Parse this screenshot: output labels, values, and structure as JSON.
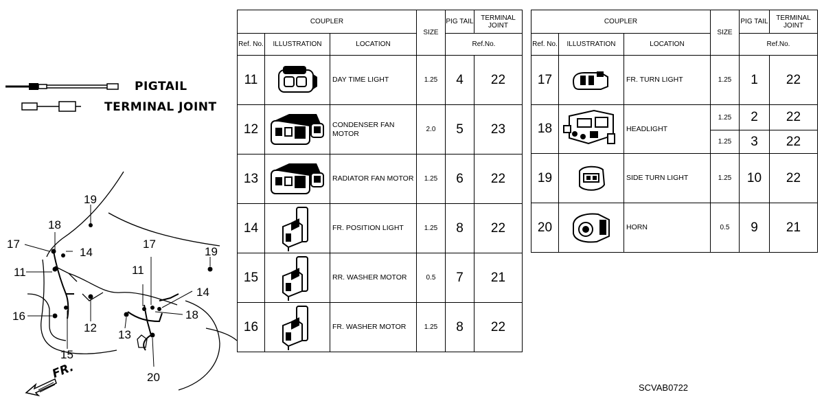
{
  "legend": {
    "pigtail": "PIGTAIL",
    "terminal_joint": "TERMINAL JOINT"
  },
  "headers": {
    "coupler": "COUPLER",
    "size": "SIZE",
    "pigtail": "PIG TAIL",
    "terminal_joint": "TERMINAL JOINT",
    "ref_no": "Ref. No.",
    "illustration": "ILLUSTRATION",
    "location": "LOCATION",
    "ref_no_short": "Ref.No."
  },
  "left_table": [
    {
      "ref": "11",
      "location": "DAY TIME LIGHT",
      "size": "1.25",
      "pigtail": "4",
      "joint": "22",
      "icon": "2-pin-connector-icon"
    },
    {
      "ref": "12",
      "location": "CONDENSER FAN MOTOR",
      "size": "2.0",
      "pigtail": "5",
      "joint": "23",
      "icon": "large-connector-icon"
    },
    {
      "ref": "13",
      "location": "RADIATOR FAN MOTOR",
      "size": "1.25",
      "pigtail": "6",
      "joint": "22",
      "icon": "large-connector-icon"
    },
    {
      "ref": "14",
      "location": "FR. POSITION LIGHT",
      "size": "1.25",
      "pigtail": "8",
      "joint": "22",
      "icon": "bulb-socket-connector-icon"
    },
    {
      "ref": "15",
      "location": "RR. WASHER MOTOR",
      "size": "0.5",
      "pigtail": "7",
      "joint": "21",
      "icon": "bulb-socket-connector-icon"
    },
    {
      "ref": "16",
      "location": "FR. WASHER MOTOR",
      "size": "1.25",
      "pigtail": "8",
      "joint": "22",
      "icon": "bulb-socket-connector-icon"
    }
  ],
  "right_table": [
    {
      "ref": "17",
      "location": "FR. TURN LIGHT",
      "size": "1.25",
      "pigtail": "1",
      "joint": "22",
      "icon": "small-connector-icon"
    },
    {
      "ref": "18",
      "location": "HEADLIGHT",
      "size_a": "1.25",
      "pigtail_a": "2",
      "joint_a": "22",
      "size_b": "1.25",
      "pigtail_b": "3",
      "joint_b": "22",
      "icon": "headlight-connector-icon"
    },
    {
      "ref": "19",
      "location": "SIDE TURN LIGHT",
      "size": "1.25",
      "pigtail": "10",
      "joint": "22",
      "icon": "round-connector-icon"
    },
    {
      "ref": "20",
      "location": "HORN",
      "size": "0.5",
      "pigtail": "9",
      "joint": "21",
      "icon": "horn-connector-icon"
    }
  ],
  "diagram": {
    "callouts": [
      "19",
      "18",
      "17",
      "14",
      "11",
      "16",
      "12",
      "15",
      "11",
      "17",
      "13",
      "19",
      "14",
      "18",
      "20"
    ],
    "direction": "FR.",
    "code": "SCVAB0722"
  },
  "colors": {
    "ink": "#000000",
    "background": "#ffffff"
  }
}
